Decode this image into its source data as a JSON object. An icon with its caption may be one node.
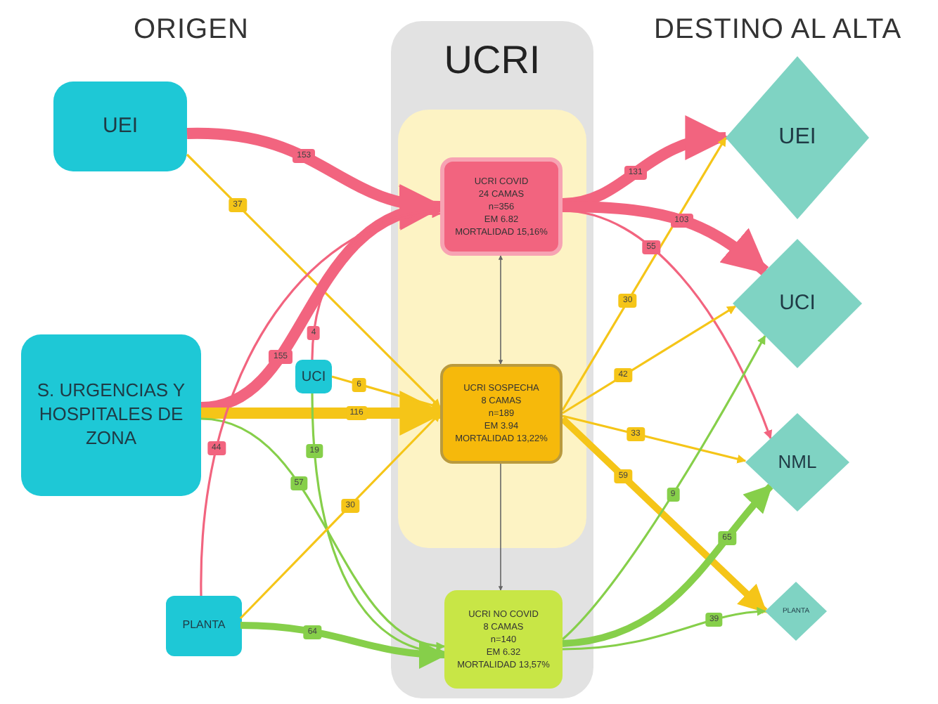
{
  "diagram": {
    "nodes": [
      {
        "text": [
          "UEI"
        ]
      },
      {
        "text": [
          "S. URGENCIAS Y HOSPITALES DE ZONA"
        ]
      },
      {
        "text": [
          "UCI"
        ]
      },
      {
        "text": [
          "PLANTA"
        ]
      },
      {
        "text": [
          "UCRI"
        ]
      },
      {
        "text": [
          "UCRI COVID",
          "24 CAMAS",
          "n=356",
          "EM 6.82",
          "MORTALIDAD 15,16%"
        ],
        "in": 4
      },
      {
        "text": [
          "UCRI SOSPECHA",
          "8 CAMAS",
          "n=189",
          "EM 3.94",
          "MORTALIDAD 13,22%"
        ],
        "in": 4
      },
      {
        "text": [
          "UCRI NO COVID",
          "8 CAMAS",
          "n=140",
          "EM 6.32",
          "MORTALIDAD 13,57%"
        ],
        "in": 4
      },
      {
        "text": [
          "UEI"
        ]
      },
      {
        "text": [
          "UCI"
        ]
      },
      {
        "text": [
          "NML"
        ]
      },
      {
        "text": [
          "PLANTA"
        ]
      }
    ],
    "edges": [
      {
        "from": 0,
        "to": 5,
        "arrow": "to",
        "label": "153",
        "style": "thick",
        "color": "#f2647f"
      },
      {
        "from": 0,
        "to": 6,
        "arrow": "to",
        "label": "37",
        "color": "#f5c518"
      },
      {
        "from": 1,
        "to": 5,
        "arrow": "to",
        "label": "155",
        "style": "thick",
        "color": "#f2647f"
      },
      {
        "from": 1,
        "to": 6,
        "arrow": "to",
        "label": "116",
        "style": "thick",
        "color": "#f5c518"
      },
      {
        "from": 1,
        "to": 7,
        "arrow": "to",
        "label": "57",
        "color": "#86cf4a"
      },
      {
        "from": 2,
        "to": 5,
        "arrow": "to",
        "label": "4",
        "color": "#f2647f"
      },
      {
        "from": 2,
        "to": 6,
        "arrow": "to",
        "label": "6",
        "color": "#f5c518"
      },
      {
        "from": 2,
        "to": 7,
        "arrow": "to",
        "label": "19",
        "color": "#86cf4a"
      },
      {
        "from": 3,
        "to": 5,
        "arrow": "to",
        "label": "44",
        "color": "#f2647f"
      },
      {
        "from": 3,
        "to": 6,
        "arrow": "to",
        "label": "30",
        "color": "#f5c518"
      },
      {
        "from": 3,
        "to": 7,
        "arrow": "to",
        "label": "64",
        "style": "thick",
        "color": "#86cf4a"
      },
      {
        "from": 5,
        "to": 6,
        "arrow": "both",
        "color": "#666666"
      },
      {
        "from": 6,
        "to": 7,
        "arrow": "to",
        "color": "#666666"
      },
      {
        "from": 5,
        "to": 8,
        "arrow": "to",
        "label": "131",
        "style": "thick",
        "color": "#f2647f"
      },
      {
        "from": 5,
        "to": 9,
        "arrow": "to",
        "label": "103",
        "style": "thick",
        "color": "#f2647f"
      },
      {
        "from": 5,
        "to": 10,
        "arrow": "to",
        "label": "55",
        "color": "#f2647f"
      },
      {
        "from": 6,
        "to": 8,
        "arrow": "to",
        "label": "30",
        "color": "#f5c518"
      },
      {
        "from": 6,
        "to": 9,
        "arrow": "to",
        "label": "42",
        "color": "#f5c518"
      },
      {
        "from": 6,
        "to": 10,
        "arrow": "to",
        "label": "33",
        "color": "#f5c518"
      },
      {
        "from": 6,
        "to": 11,
        "arrow": "to",
        "label": "59",
        "style": "thick",
        "color": "#f5c518"
      },
      {
        "from": 7,
        "to": 9,
        "arrow": "to",
        "label": "9",
        "color": "#86cf4a"
      },
      {
        "from": 7,
        "to": 10,
        "arrow": "to",
        "label": "65",
        "style": "thick",
        "color": "#86cf4a"
      },
      {
        "from": 7,
        "to": 11,
        "arrow": "to",
        "label": "39",
        "color": "#86cf4a"
      }
    ],
    "labels": [
      "ORIGEN",
      "DESTINO AL ALTA"
    ]
  }
}
